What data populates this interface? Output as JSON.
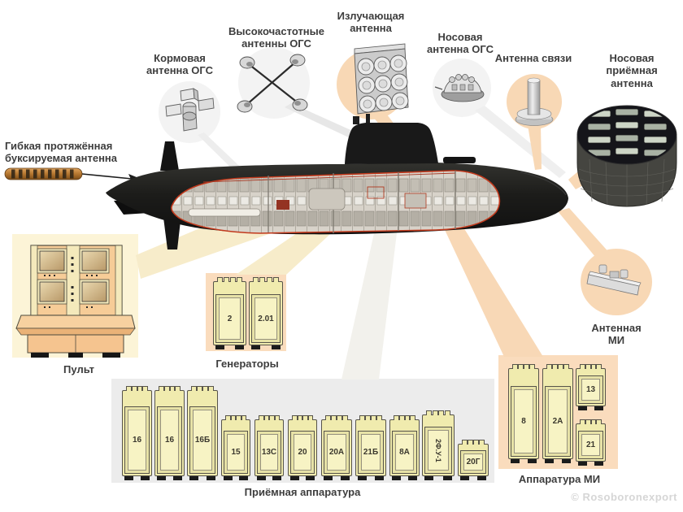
{
  "diagram": {
    "callouts": {
      "towed_antenna": "Гибкая протяжённая\nбуксируемая антенна",
      "aft_ogs_antenna": "Кормовая\nантенна ОГС",
      "hf_ogs_antennas": "Высокочастотные\nантенны ОГС",
      "radiating_antenna": "Излучающая\nантенна",
      "bow_ogs_antenna": "Носовая\nантенна ОГС",
      "comm_antenna": "Антенна связи",
      "bow_receiving_antenna": "Носовая приёмная\nантенна",
      "antenna_mi": "Антенная МИ",
      "console": "Пульт",
      "generators": "Генераторы",
      "receiving_equipment": "Приёмная аппаратура",
      "equipment_mi": "Аппаратура МИ"
    },
    "watermark": "© Rosoboronexport"
  },
  "equipment": {
    "generators": {
      "cabinets": [
        {
          "label": "2"
        },
        {
          "label": "2.01"
        }
      ]
    },
    "receiving": {
      "cabinets": [
        {
          "label": "16"
        },
        {
          "label": "16"
        },
        {
          "label": "16Б"
        },
        {
          "label": "15"
        },
        {
          "label": "13С"
        },
        {
          "label": "20"
        },
        {
          "label": "20А"
        },
        {
          "label": "21Б"
        },
        {
          "label": "8А"
        },
        {
          "label": "2Ф.У-1"
        },
        {
          "label": "20Г"
        }
      ]
    },
    "mi": {
      "cabinets": [
        {
          "label": "8"
        },
        {
          "label": "2А"
        },
        {
          "label": "13"
        },
        {
          "label": "21"
        }
      ]
    }
  },
  "colors": {
    "peach": "#f8d8b5",
    "cream": "#f7ecca",
    "panelCream": "#fcf4d7",
    "panelPeach": "#fadcbd",
    "panelGray": "#ececec",
    "cabinet": "#f0ebae",
    "cutawayOutline": "#c23a1d",
    "labelText": "#3d3d3d",
    "watermarkText": "#d6d6d6"
  }
}
